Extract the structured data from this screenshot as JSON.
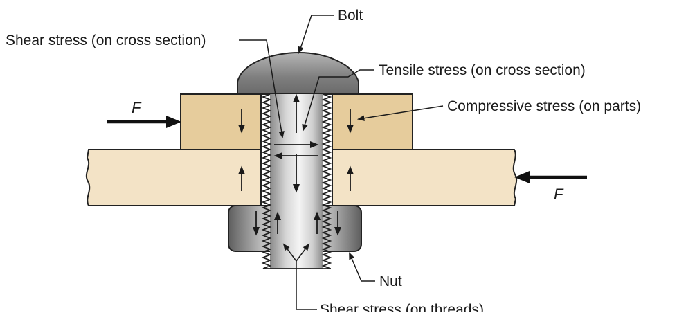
{
  "diagram": {
    "labels": {
      "bolt": "Bolt",
      "shear_cross_section": "Shear stress (on cross section)",
      "tensile_cross_section": "Tensile stress (on cross section)",
      "compressive_parts": "Compressive stress (on parts)",
      "nut": "Nut",
      "shear_threads": "Shear stress (on threads)",
      "force_left": "F",
      "force_right": "F"
    },
    "colors": {
      "upper_part": "#e6cc9c",
      "lower_plate": "#f3e3c6",
      "bolt_light": "#f2f2f2",
      "bolt_dark": "#8c8c8c",
      "outline": "#222222"
    }
  }
}
